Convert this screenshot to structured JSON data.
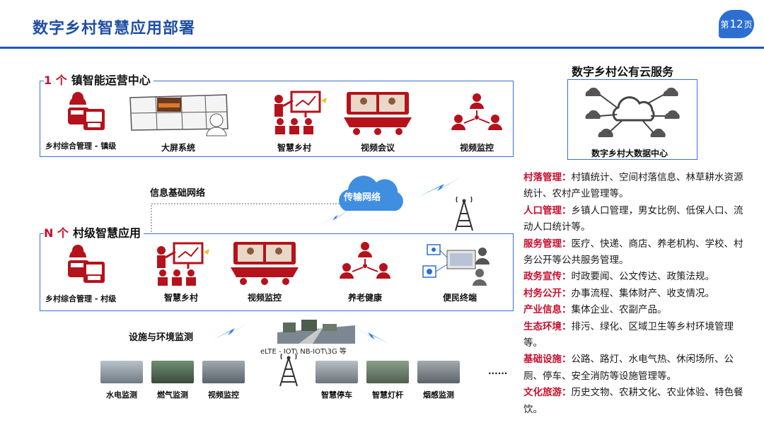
{
  "header": {
    "title": "数字乡村智慧应用部署",
    "page_prefix": "第",
    "page_number": "12",
    "page_suffix": "页"
  },
  "town_panel": {
    "count": "1 个",
    "title": "镇智能运营中心",
    "items": [
      {
        "label": "乡村综合管理 - 镇级",
        "icon": "computer-user-icon"
      },
      {
        "label": "大屏系统",
        "icon": "big-screen-icon"
      },
      {
        "label": "智慧乡村",
        "icon": "presentation-icon"
      },
      {
        "label": "视频会议",
        "icon": "conference-icon"
      },
      {
        "label": "视频监控",
        "icon": "monitor-network-icon"
      }
    ]
  },
  "village_panel": {
    "count": "N 个",
    "title": "村级智慧应用",
    "items": [
      {
        "label": "乡村综合管理 - 村级",
        "icon": "computer-user-icon"
      },
      {
        "label": "智慧乡村",
        "icon": "presentation-icon"
      },
      {
        "label": "视频监控",
        "icon": "conference-icon"
      },
      {
        "label": "养老健康",
        "icon": "people-network-icon"
      },
      {
        "label": "便民终端",
        "icon": "terminal-people-icon"
      }
    ]
  },
  "network": {
    "info_label": "信息基础网络",
    "transport_label": "传输网络"
  },
  "cloud": {
    "title": "数字乡村公有云服务",
    "caption": "数字乡村大数据中心"
  },
  "facilities": {
    "title": "设施与环境监测",
    "elte": "eLTE - IOT\\ NB-IOT\\3G 等",
    "left_items": [
      "水电监测",
      "燃气监测",
      "视频监控"
    ],
    "right_items": [
      "智慧停车",
      "智慧灯杆",
      "烟感监测"
    ],
    "ellipsis": "......"
  },
  "descriptions": [
    {
      "key": "村落管理：",
      "text": "村镇统计、空间村落信息、林草耕水资源统计、农村产业管理等。"
    },
    {
      "key": "人口管理：",
      "text": "乡镇人口管理，男女比例、低保人口、流动人口统计等。"
    },
    {
      "key": "服务管理：",
      "text": "医疗、快递、商店、养老机构、学校、村务公开等公共服务管理。"
    },
    {
      "key": "政务宣传：",
      "text": "时政要闻、公文传达、政策法规。"
    },
    {
      "key": "村务公开：",
      "text": "办事流程、集体财产、收支情况。"
    },
    {
      "key": "产业信息：",
      "text": "集体企业、农副产品。"
    },
    {
      "key": "生态环境：",
      "text": "排污、绿化、区域卫生等乡村环境管理等。"
    },
    {
      "key": "基础设施：",
      "text": "公路、路灯、水电气热、休闲场所、公厕、停车、安全消防等设施管理等。"
    },
    {
      "key": "文化旅游：",
      "text": "历史文物、农耕文化、农业体验、特色餐饮。"
    }
  ],
  "colors": {
    "accent_blue": "#1e57b8",
    "icon_red": "#b5121b",
    "key_red": "#c8102e"
  }
}
